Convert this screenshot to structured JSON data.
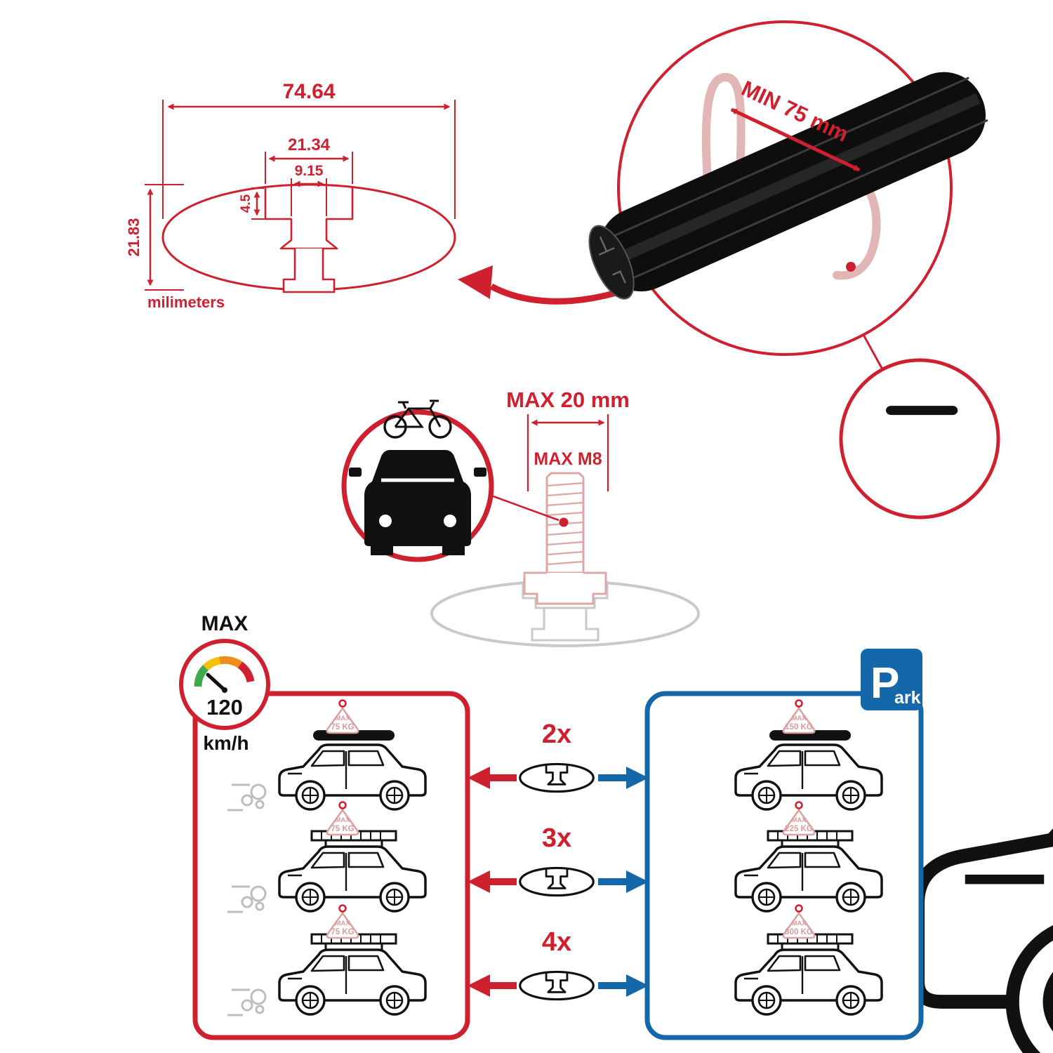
{
  "colors": {
    "red": "#cf202f",
    "blue": "#1467a8",
    "faded_red": "#e0b1b1",
    "faded_gray": "#c9c9c9",
    "bar_black": "#111111"
  },
  "profile_diagram": {
    "width_total": "74.64",
    "slot_width": "21.34",
    "inner_width": "9.15",
    "lip_height": "4.5",
    "height_total": "21.83",
    "unit_label": "milimeters"
  },
  "bar_detail": {
    "min_length": "MIN 75 mm"
  },
  "bolt_diagram": {
    "max_width": "MAX 20 mm",
    "max_thread": "MAX M8"
  },
  "speed_badge": {
    "label": "MAX",
    "value": "120",
    "unit": "km/h"
  },
  "crossbar_counts": {
    "rows": [
      {
        "label": "2x"
      },
      {
        "label": "3x"
      },
      {
        "label": "4x"
      }
    ]
  },
  "park_sign": {
    "letter": "P",
    "suffix": "ark"
  },
  "driving_panel": {
    "cars": [
      {
        "max_label": "MAX",
        "load": "75 KG"
      },
      {
        "max_label": "MAX",
        "load": "75 KG"
      },
      {
        "max_label": "MAX",
        "load": "75 KG"
      }
    ]
  },
  "parking_panel": {
    "cars": [
      {
        "max_label": "MAX",
        "load": "150 KG"
      },
      {
        "max_label": "MAX",
        "load": "225 KG"
      },
      {
        "max_label": "MAX",
        "load": "300 KG"
      }
    ]
  }
}
